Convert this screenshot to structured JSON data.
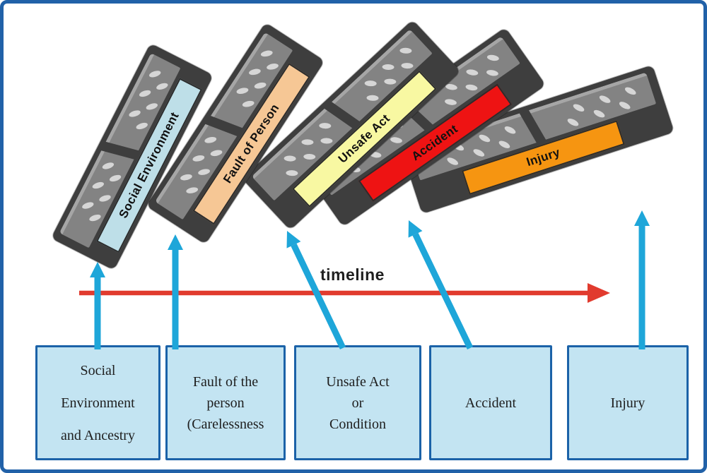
{
  "dominoes": [
    {
      "label": "Social Environment",
      "color": "#bedfe8"
    },
    {
      "label": "Fault of Person",
      "color": "#f6c795"
    },
    {
      "label": "Unsafe Act",
      "color": "#f8f8a2"
    },
    {
      "label": "Accident",
      "color": "#ee1313"
    },
    {
      "label": "Injury",
      "color": "#f69511"
    }
  ],
  "timeline": {
    "label": "timeline",
    "arrow_color": "#e13b2e",
    "label_color": "#1f1f1f"
  },
  "boxes": [
    {
      "lines": [
        "Social",
        "Environment",
        "and Ancestry"
      ]
    },
    {
      "lines": [
        "Fault of the",
        "person",
        "(Carelessness"
      ]
    },
    {
      "lines": [
        "Unsafe Act",
        "or",
        "Condition"
      ]
    },
    {
      "lines": [
        "Accident"
      ]
    },
    {
      "lines": [
        "Injury"
      ]
    }
  ],
  "colors": {
    "frame_border": "#2161a8",
    "box_fill": "#c3e4f2",
    "box_border": "#1b62a8",
    "box_text": "#1e1e1e",
    "connector_arrow": "#1ea6d9",
    "domino_dark": "#3e3e3e",
    "domino_face": "#838383",
    "domino_bevel": "#a6a6a6",
    "domino_pip": "#d6d6d6",
    "domino_text": "#111111"
  }
}
